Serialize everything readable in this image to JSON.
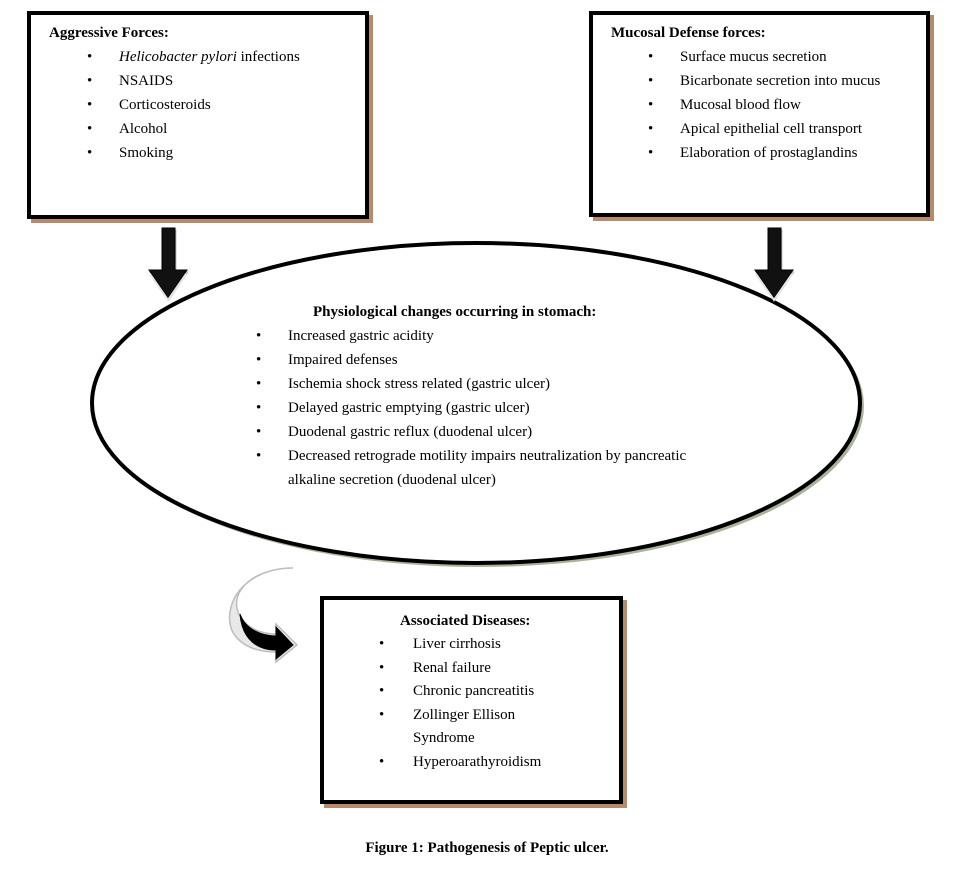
{
  "aggressive": {
    "title": "Aggressive Forces:",
    "italic_prefix": "Helicobacter pylori",
    "items": [
      "infections",
      "NSAIDS",
      "Corticosteroids",
      "Alcohol",
      "Smoking"
    ]
  },
  "defense": {
    "title": "Mucosal Defense forces:",
    "items": [
      "Surface mucus secretion",
      "Bicarbonate secretion into mucus",
      "Mucosal blood flow",
      "Apical epithelial cell transport",
      "Elaboration of prostaglandins"
    ]
  },
  "physiological": {
    "title": "Physiological changes occurring in stomach:",
    "items": [
      "Increased gastric acidity",
      "Impaired defenses",
      "Ischemia shock stress related (gastric ulcer)",
      "Delayed gastric emptying (gastric ulcer)",
      "Duodenal gastric reflux (duodenal ulcer)",
      "Decreased retrograde motility impairs neutralization by pancreatic alkaline secretion (duodenal ulcer)"
    ]
  },
  "associated": {
    "title": "Associated Diseases:",
    "items": [
      "Liver cirrhosis",
      "Renal failure",
      "Chronic pancreatitis",
      "Zollinger Ellison Syndrome",
      "Hyperoarathyroidism"
    ]
  },
  "caption": "Figure 1: Pathogenesis of Peptic ulcer.",
  "colors": {
    "border": "#000000",
    "shadow": "#b8896a",
    "ellipse_shadow": "#a9b39a"
  }
}
